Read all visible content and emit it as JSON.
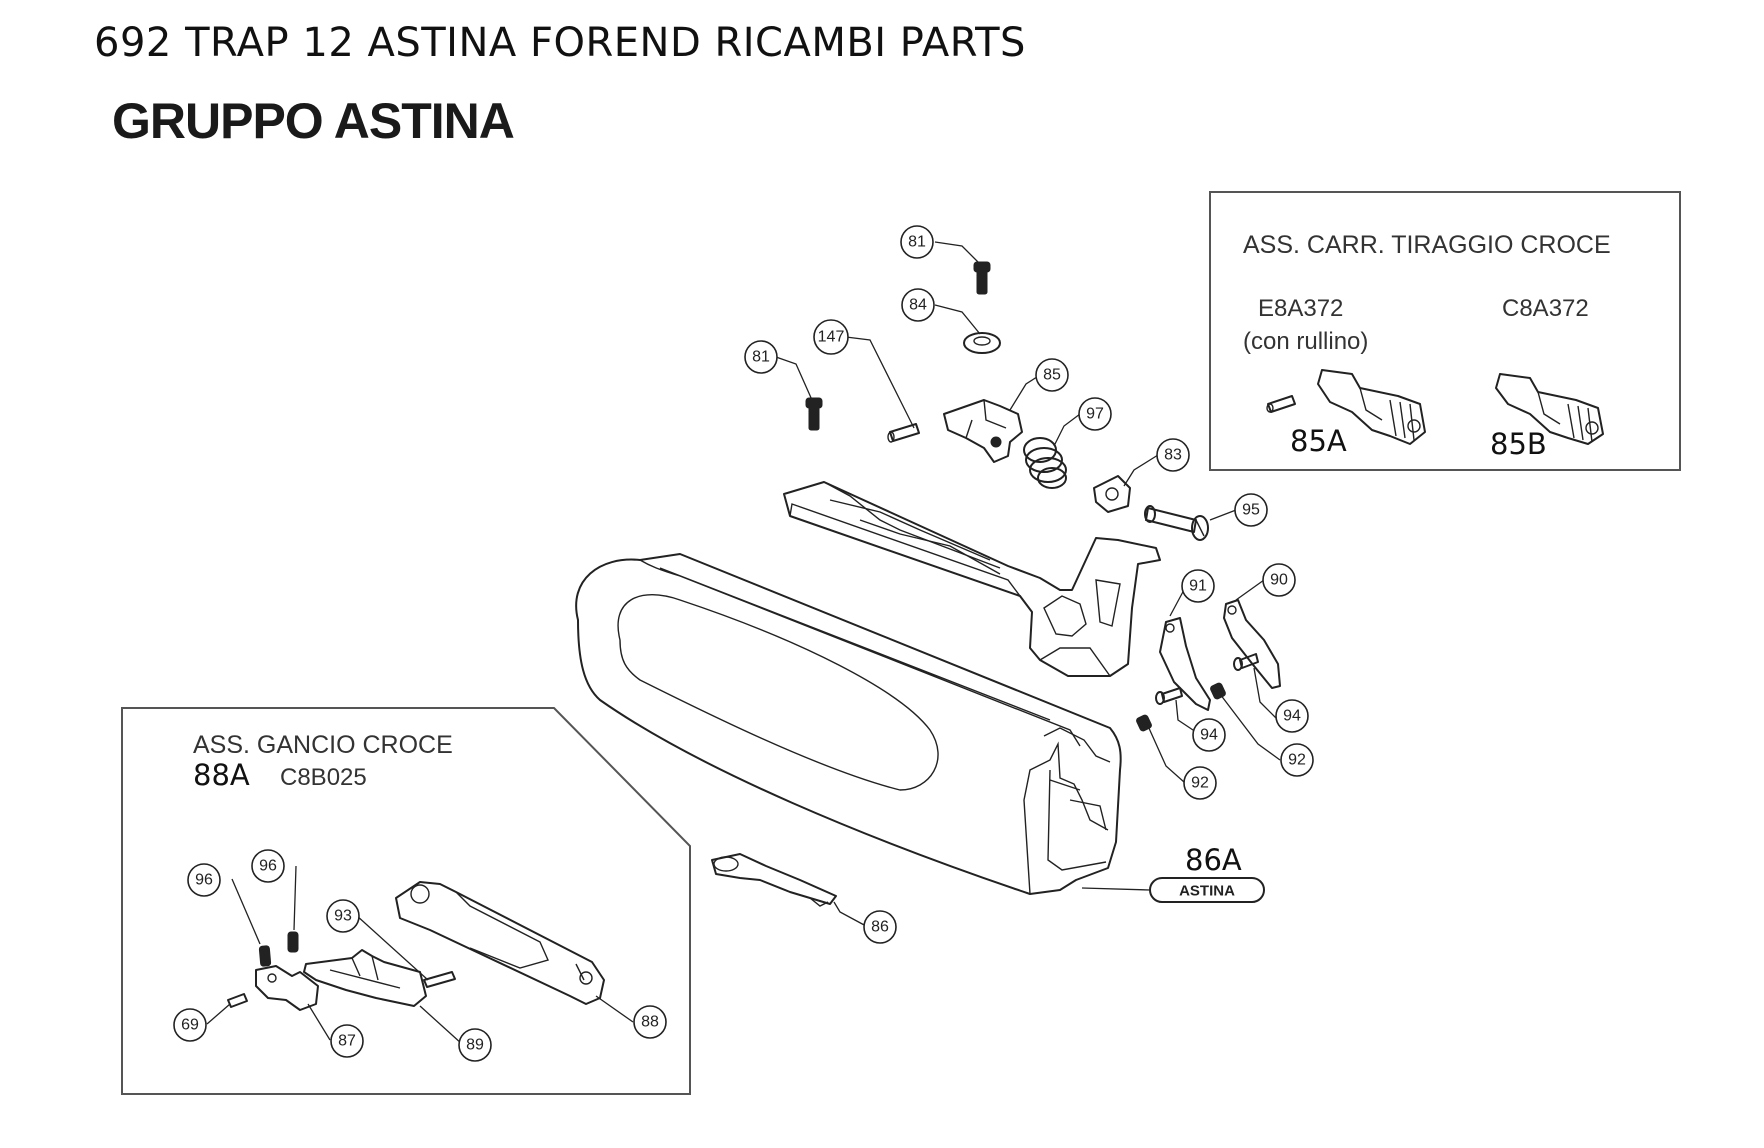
{
  "page_title": "692 TRAP 12 ASTINA FOREND RICAMBI PARTS",
  "group_title": "GRUPPO ASTINA",
  "inset_carriage": {
    "title": "ASS. CARR. TIRAGGIO CROCE",
    "variant_a_code": "E8A372",
    "variant_a_note": "(con rullino)",
    "variant_b_code": "C8A372",
    "variant_a_label": "85A",
    "variant_b_label": "85B"
  },
  "inset_hook": {
    "title": "ASS. GANCIO CROCE",
    "label": "88A",
    "code": "C8B025"
  },
  "forend_label": "86A",
  "forend_tag": "ASTINA",
  "callouts": {
    "c81a": "81",
    "c84": "84",
    "c81b": "81",
    "c147": "147",
    "c85": "85",
    "c97": "97",
    "c83": "83",
    "c95": "95",
    "c91": "91",
    "c90": "90",
    "c94a": "94",
    "c94b": "94",
    "c92a": "92",
    "c92b": "92",
    "c86": "86",
    "c96a": "96",
    "c96b": "96",
    "c93": "93",
    "c88": "88",
    "c69": "69",
    "c87": "87",
    "c89": "89"
  }
}
